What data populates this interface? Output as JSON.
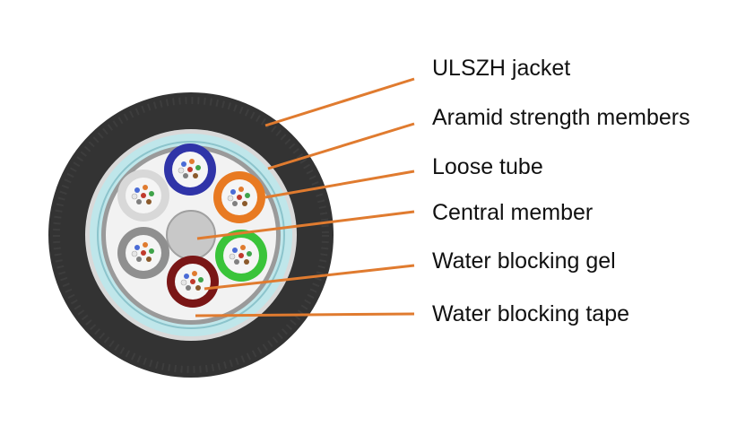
{
  "labels": {
    "jacket": "ULSZH jacket",
    "aramid": "Aramid strength members",
    "loose_tube": "Loose tube",
    "central_member": "Central member",
    "gel": "Water blocking gel",
    "tape": "Water blocking tape"
  },
  "colors": {
    "leader_line": "#e07b2f",
    "jacket": "#333333",
    "tape": "#bfe6ea",
    "tube_blue": "#2f34a8",
    "tube_orange": "#e87a22",
    "tube_green": "#3ac43a",
    "tube_red": "#7a1616",
    "tube_white": "#d8d8d8",
    "tube_grey": "#8f8f8f"
  }
}
